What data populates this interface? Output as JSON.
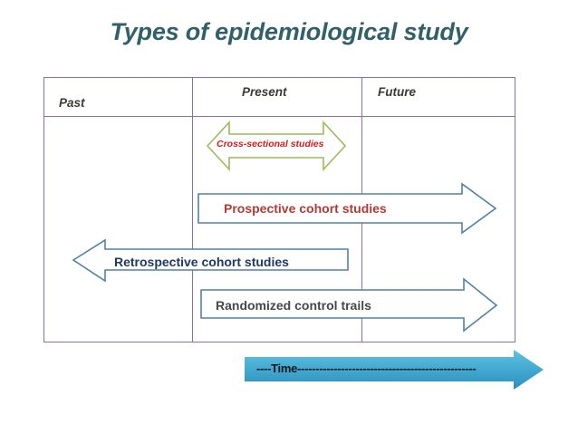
{
  "slide": {
    "title": "Types of epidemiological study",
    "title_color": "#31606B",
    "background": "#ffffff"
  },
  "table": {
    "border_color": "#8A6FA8",
    "headers": [
      {
        "label": "Past",
        "column": 1
      },
      {
        "label": "Present",
        "column": 2
      },
      {
        "label": "Future",
        "column": 3
      }
    ]
  },
  "arrows": [
    {
      "id": "cross-sectional",
      "label": "Cross-sectional studies",
      "direction": "double",
      "outline_color": "#9BBB59",
      "label_color": "#D71B1B",
      "spans": "present"
    },
    {
      "id": "prospective-cohort",
      "label": "Prospective cohort studies",
      "direction": "right",
      "outline_color": "#4F81A8",
      "label_color": "#B13B34",
      "spans": "present-to-future"
    },
    {
      "id": "retrospective-cohort",
      "label": "Retrospective cohort studies",
      "direction": "left",
      "outline_color": "#4F81A8",
      "label_color": "#1F3864",
      "spans": "past-to-present"
    },
    {
      "id": "randomized-control-trails",
      "label": "Randomized control trails",
      "direction": "right",
      "outline_color": "#4F81A8",
      "label_color": "#46464F",
      "spans": "present-to-future"
    }
  ],
  "time_axis": {
    "label": "----Time-------------------------------------------------",
    "fill_color_top": "#5BB8DB",
    "fill_color_bottom": "#2E95BF",
    "label_color": "#15161A",
    "direction": "right"
  }
}
